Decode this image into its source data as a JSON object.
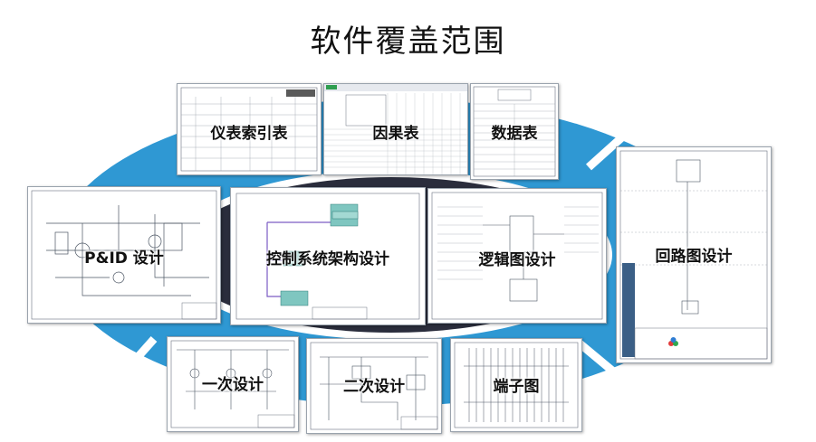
{
  "page": {
    "title": "软件覆盖范围"
  },
  "colors": {
    "ring": "#2f98d3",
    "ring_gap": "#ffffff",
    "core": "#2a2d3c",
    "sheet_line": "#6b7280",
    "logo_red": "#e23b3b",
    "logo_green": "#31a851",
    "logo_blue": "#2f7dd3"
  },
  "cards": [
    {
      "label": "仪表索引表"
    },
    {
      "label": "因果表"
    },
    {
      "label": "数据表"
    },
    {
      "label": "P&ID 设计"
    },
    {
      "label": "控制系统架构设计"
    },
    {
      "label": "逻辑图设计"
    },
    {
      "label": "回路图设计"
    },
    {
      "label": "一次设计"
    },
    {
      "label": "二次设计"
    },
    {
      "label": "端子图"
    }
  ]
}
